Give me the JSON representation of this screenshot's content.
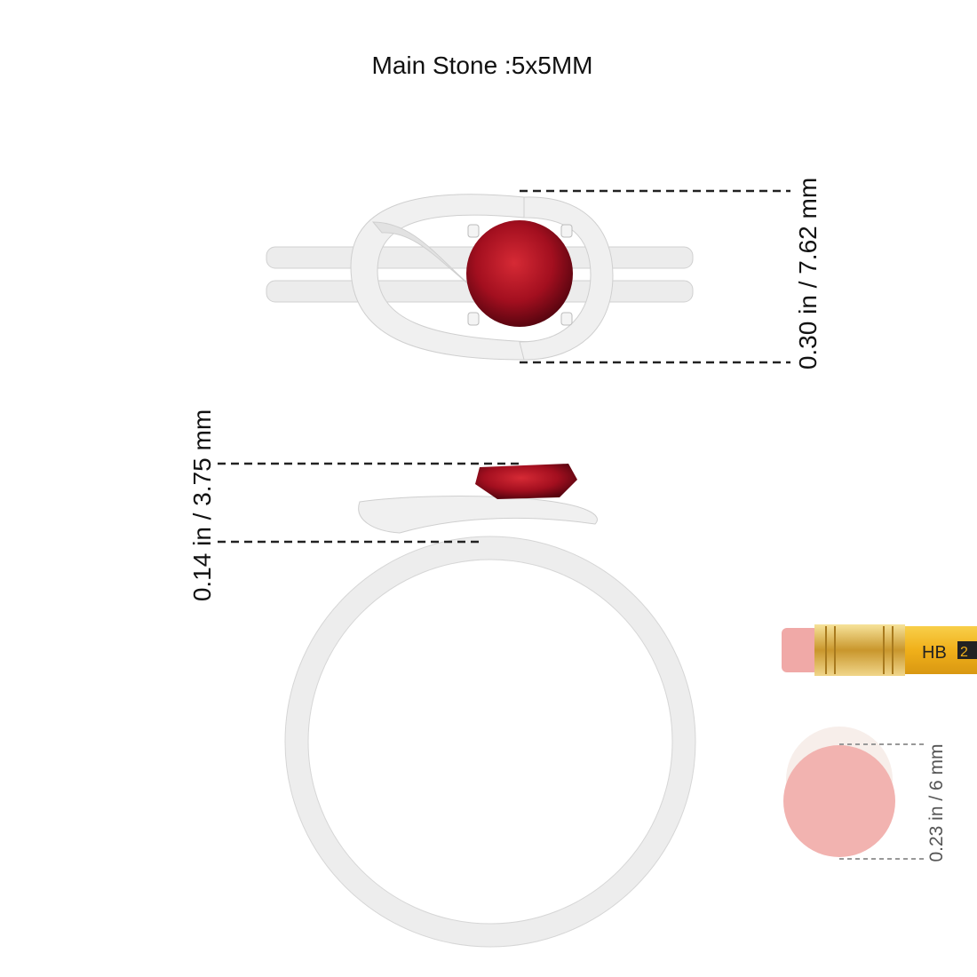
{
  "title": "Main Stone :5x5MM",
  "dimensions": {
    "width_label": "0.30 in / 7.62 mm",
    "height_label": "0.14 in / 3.75 mm",
    "pencil_eraser_label": "0.23 in / 6 mm"
  },
  "pencil": {
    "grade": "HB",
    "number": "2"
  },
  "colors": {
    "metal": "#e9e9e9",
    "stone": "#a30f1f",
    "eraser": "#f2b3b0",
    "pencil": "#f2b51e",
    "ferrule": "#d9b04a"
  }
}
